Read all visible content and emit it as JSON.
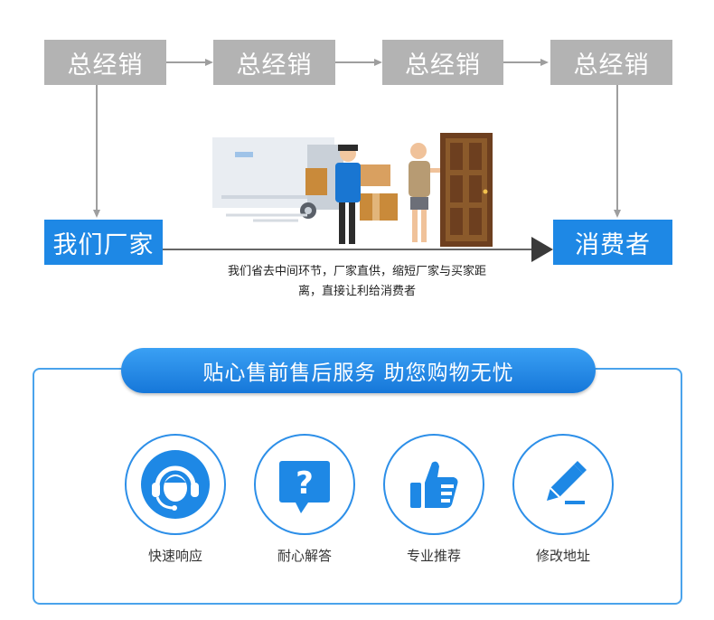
{
  "flow": {
    "distributors": [
      "总经销",
      "总经销",
      "总经销",
      "总经销"
    ],
    "factory": "我们厂家",
    "consumer": "消费者",
    "note_line1": "我们省去中间环节，厂家直供，缩短厂家与买家距",
    "note_line2": "离，直接让利给消费者"
  },
  "service": {
    "banner": "贴心售前售后服务 助您购物无忧",
    "items": [
      {
        "label": "快速响应",
        "icon": "headset-support-icon"
      },
      {
        "label": "耐心解答",
        "icon": "question-bubble-icon"
      },
      {
        "label": "专业推荐",
        "icon": "thumbs-up-icon"
      },
      {
        "label": "修改地址",
        "icon": "pencil-edit-icon"
      }
    ]
  },
  "colors": {
    "distributor_box": "#b3b3b3",
    "brand_blue": "#1e88e5",
    "arrow_gray": "#9e9e9e",
    "border_blue": "#4aa3ec"
  }
}
